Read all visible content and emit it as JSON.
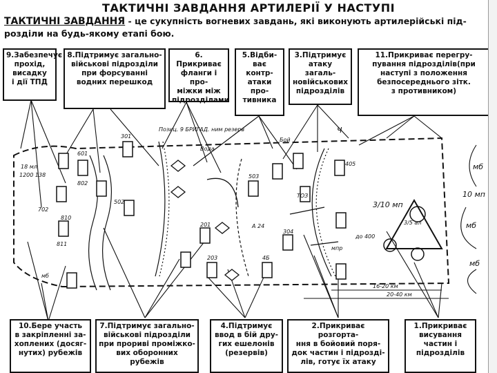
{
  "title": "ТАКТИЧНІ ЗАВДАННЯ АРТИЛЕРІЇ У НАСТУПІ",
  "intro": {
    "term": "ТАКТИЧНІ ЗАВДАННЯ",
    "definition": " - це сукупність вогневих завдань, які виконують артилерійські під-розділи на будь-якому етапі бою."
  },
  "top_boxes": [
    "9.Забезпечує\nпрохід,\nвисадку\nі дії ТПД",
    "8.Підтримує загально-\nвійськові підрозділи\nпри форсуванні\nводних перешкод",
    "6. Прикриває\nфланги і про-\nміжки між\nпідрозділами",
    "5.Відби-\nває контр-\nатаки про-\nтивника",
    "3.Підтримує\nатаку загаль-\nновійськових\nпідрозділів",
    "11.Прикриває перегру-\nпування підрозділів(при\nнаступі з положення\nбезпосереднього зітк.\nз противником)"
  ],
  "bottom_boxes": [
    "10.Бере участь\nв закріпленні за-\nхоплених (досяг-\nнутих) рубежів",
    "7.Підтримує загально-\nвійськові підрозділи\nпри прориві проміжко-\nвих оборонних рубежів",
    "4.Підтримує\nввод в бій дру-\nгих ешелонів\n(резервів)",
    "2.Прикриває розгорта-\nння в бойовий поря-\nдок частин і підрозді-\nлів, готує їх атаку",
    "1.Прикриває\nвисування\nчастин і\nпідрозділів"
  ],
  "map_labels": {
    "l1": "18 мл",
    "l2": "1200 138",
    "l3": "702",
    "l4": "810",
    "l5": "811",
    "l6": "Позиц. 9 БРИГАД. ним резерв",
    "l7": "Вода",
    "l8": "301",
    "l9": "601",
    "l10": "802",
    "l11": "502",
    "l12": "201",
    "l13": "203",
    "l14": "503",
    "l15": "304",
    "l16": "А 24",
    "l17": "4Б",
    "l18": "Ч",
    "l19": "Бой",
    "l20": "405",
    "l21": "3/10 мп",
    "l22": "3/5 ал",
    "l23": "до 400",
    "l24": "мпр",
    "l25": "мб",
    "l26": "10 мп",
    "l27": "мб",
    "l28": "мб",
    "l29": "16-20 км",
    "l30": "20-40 км",
    "l31": "мб",
    "l32": "ТОЗ"
  }
}
